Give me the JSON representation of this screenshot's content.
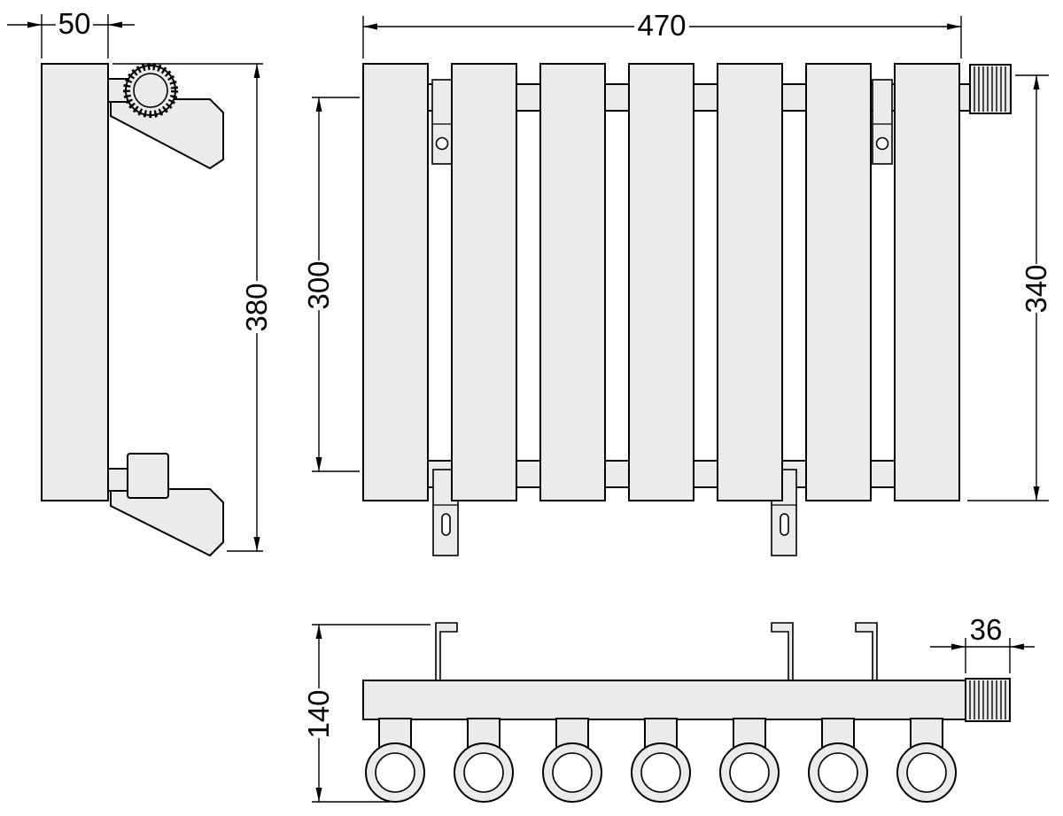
{
  "drawing": {
    "colors": {
      "background": "#ffffff",
      "outline": "#000000",
      "part_fill": "#ebebeb"
    },
    "views": {
      "side": {
        "dim_width": "50",
        "dim_height": "380"
      },
      "front": {
        "dim_width": "470",
        "dim_rail_span": "300",
        "dim_height": "340"
      },
      "top": {
        "dim_depth": "140",
        "dim_valve_width": "36"
      }
    }
  }
}
